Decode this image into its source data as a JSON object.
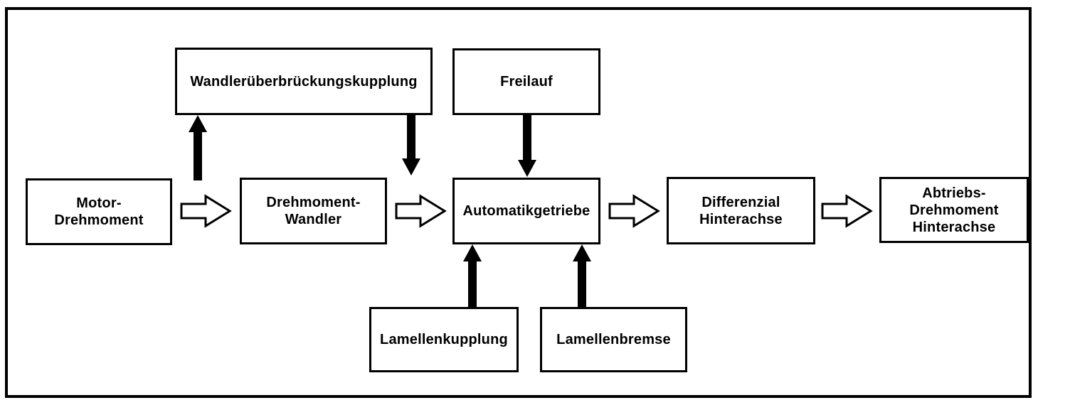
{
  "diagram": {
    "background_color": "#ffffff",
    "line_color": "#000000",
    "nodes": {
      "wandlerueberbrueckungskupplung": {
        "label": "Wandlerüberbrückungskupplung"
      },
      "freilauf": {
        "label": "Freilauf"
      },
      "motor_drehmoment": {
        "label": "Motor-\nDrehmoment"
      },
      "drehmoment_wandler": {
        "label": "Drehmoment-\nWandler"
      },
      "automatikgetriebe": {
        "label": "Automatikgetriebe"
      },
      "differenzial_hinterachse": {
        "label": "Differenzial\nHinterachse"
      },
      "abtriebs_drehmoment_hinterachse": {
        "label": "Abtriebs-\nDrehmoment\nHinterachse"
      },
      "lamellenkupplung": {
        "label": "Lamellenkupplung"
      },
      "lamellenbremse": {
        "label": "Lamellenbremse"
      }
    },
    "edges": [
      {
        "from": "motor_drehmoment",
        "to": "drehmoment_wandler",
        "style": "hollow-right-arrow"
      },
      {
        "from": "drehmoment_wandler",
        "to": "automatikgetriebe",
        "style": "hollow-right-arrow"
      },
      {
        "from": "automatikgetriebe",
        "to": "differenzial_hinterachse",
        "style": "hollow-right-arrow"
      },
      {
        "from": "differenzial_hinterachse",
        "to": "abtriebs_drehmoment_hinterachse",
        "style": "hollow-right-arrow"
      },
      {
        "from": "input-shaft",
        "to": "wandlerueberbrueckungskupplung",
        "style": "solid-up-arrow"
      },
      {
        "from": "wandlerueberbrueckungskupplung",
        "to": "gearbox-input",
        "style": "solid-down-arrow"
      },
      {
        "from": "freilauf",
        "to": "automatikgetriebe",
        "style": "solid-down-arrow"
      },
      {
        "from": "lamellenkupplung",
        "to": "automatikgetriebe",
        "style": "solid-up-arrow"
      },
      {
        "from": "lamellenbremse",
        "to": "automatikgetriebe",
        "style": "solid-up-arrow"
      }
    ]
  }
}
